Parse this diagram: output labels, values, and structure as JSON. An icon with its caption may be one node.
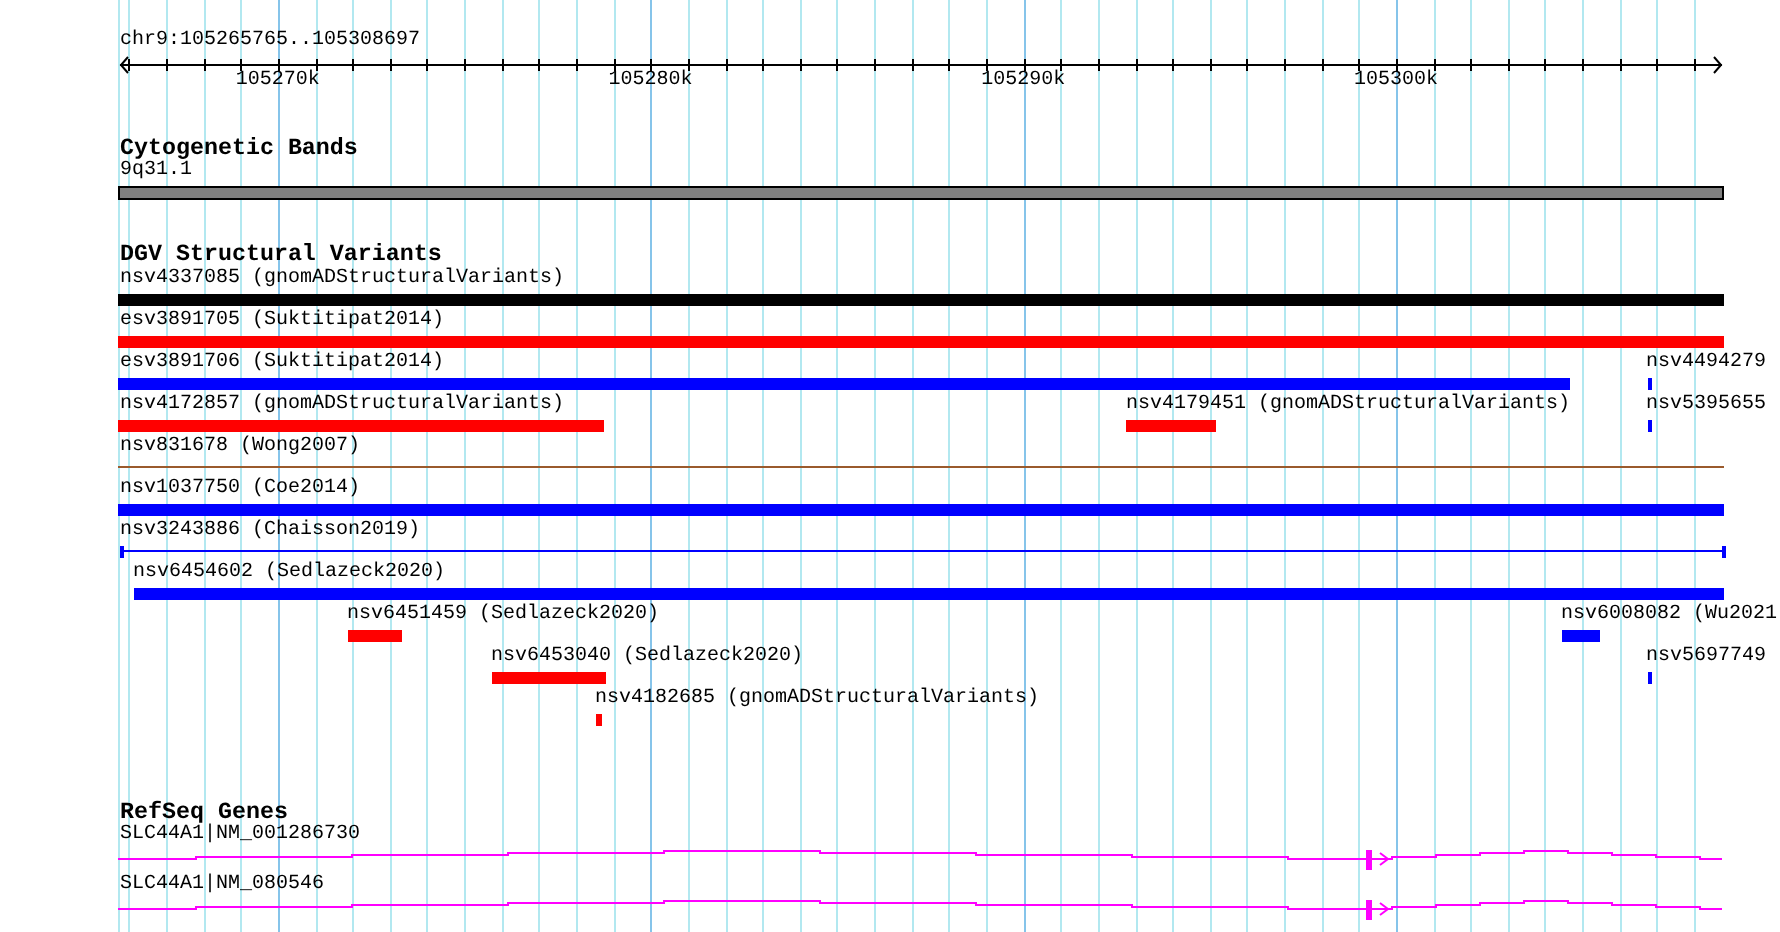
{
  "diagram": {
    "nodes": [
      {
        "text": [
          "9q31.1"
        ]
      },
      {
        "text": [
          "nsv4337085 (gnomADStructuralVariants)"
        ]
      },
      {
        "text": [
          "esv3891705 (Suktitipat2014)"
        ]
      },
      {
        "text": [
          "esv3891706 (Suktitipat2014)"
        ]
      },
      {
        "text": [
          "nsv4494279"
        ]
      },
      {
        "text": [
          "nsv4172857 (gnomADStructuralVariants)"
        ]
      },
      {
        "text": [
          "nsv4179451 (gnomADStructuralVariants)"
        ]
      },
      {
        "text": [
          "nsv5395655"
        ]
      },
      {
        "text": [
          "nsv831678 (Wong2007)"
        ]
      },
      {
        "text": [
          "nsv1037750 (Coe2014)"
        ]
      },
      {
        "text": [
          "nsv3243886 (Chaisson2019)"
        ]
      },
      {
        "text": [
          "nsv6454602 (Sedlazeck2020)"
        ]
      },
      {
        "text": [
          "nsv6451459 (Sedlazeck2020)"
        ]
      },
      {
        "text": [
          "nsv6008082 (Wu2021"
        ]
      },
      {
        "text": [
          "nsv6453040 (Sedlazeck2020)"
        ]
      },
      {
        "text": [
          "nsv5697749"
        ]
      },
      {
        "text": [
          "nsv4182685 (gnomADStructuralVariants)"
        ]
      },
      {
        "text": [
          "SLC44A1|NM_001286730"
        ]
      },
      {
        "text": [
          "SLC44A1|NM_080546"
        ]
      }
    ],
    "labels": [
      "chr9:105265765..105308697",
      "105270k",
      "105280k",
      "105290k",
      "105300k",
      "Cytogenetic Bands",
      "DGV Structural Variants",
      "RefSeq Genes"
    ]
  }
}
